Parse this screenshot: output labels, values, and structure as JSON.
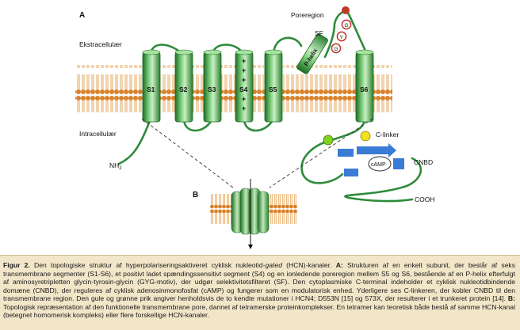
{
  "panel_a_label": "A",
  "panel_b_label": "B",
  "labels": {
    "extracellular": "Ekstracellulær",
    "intracellular": "Intracellulær",
    "poreregion": "Poreregion",
    "sf": "SF",
    "p_helix": "P-helix",
    "c_linker": "C-linker",
    "cnbd": "CNBD",
    "camp": "cAMP",
    "cooh": "COOH",
    "nh2": "NH",
    "nh2_sub": "2"
  },
  "segments": [
    "S1",
    "S2",
    "S3",
    "S4",
    "S5",
    "S6"
  ],
  "sf_residues": [
    "G",
    "Y",
    "G"
  ],
  "colors": {
    "membrane": "#e8a552",
    "membrane_head": "#d9822b",
    "helix": "#5cb85c",
    "helix_dark": "#2f7d32",
    "loop": "#2e8b3a",
    "cnbd_blue": "#3a7bd5",
    "sf_red": "#c0392b",
    "mutation_green": "#7ed321",
    "mutation_yellow": "#f5e11b",
    "caption_bg": "#f2e6c9"
  },
  "caption": {
    "fig_label": "Figur 2.",
    "text_1": " Den topologiske struktur af hyperpolariseringsaktiveret cyklisk nukleotid-",
    "gated": "gated",
    "text_2": " (HCN)-kanaler. ",
    "a_label": "A:",
    "text_a": " Strukturen af en enkelt subunit, der består af seks transmembrane segmenter (S1-S6), et positivt ladet spændingssensitivt segment (S4) og en ionledende poreregion mellem S5 og S6, bestående af en P-helix efterfulgt af aminosyretripletten glycin-tyrosin-glycin (GYG-motiv), der udgør selektivitetsfilteret (SF). Den cytoplasmiske C-terminal indeholder et cyklisk nukleotidbindende domæne (CNBD), der reguleres af cyklisk adenosinmonofosfat (cAMP) og fungerer som en modulatorisk enhed. Yderligere ses C-linkeren, der kobler CNBD til den transmembrane region. Den gule og grønne prik angiver henholdsvis de to kendte mutationer i HCN4; D553N [15] og 573X, der resulterer i et trunkeret protein [14]. ",
    "b_label": "B:",
    "text_b": " Topologisk repræsentation af den funktionelle transmembrane pore, dannet af tetramerske proteinkomplekser. En tetramer kan teoretisk både bestå af samme HCN-kanal (betegnet homomerisk kompleks) eller flere forskellige HCN-kanaler."
  }
}
